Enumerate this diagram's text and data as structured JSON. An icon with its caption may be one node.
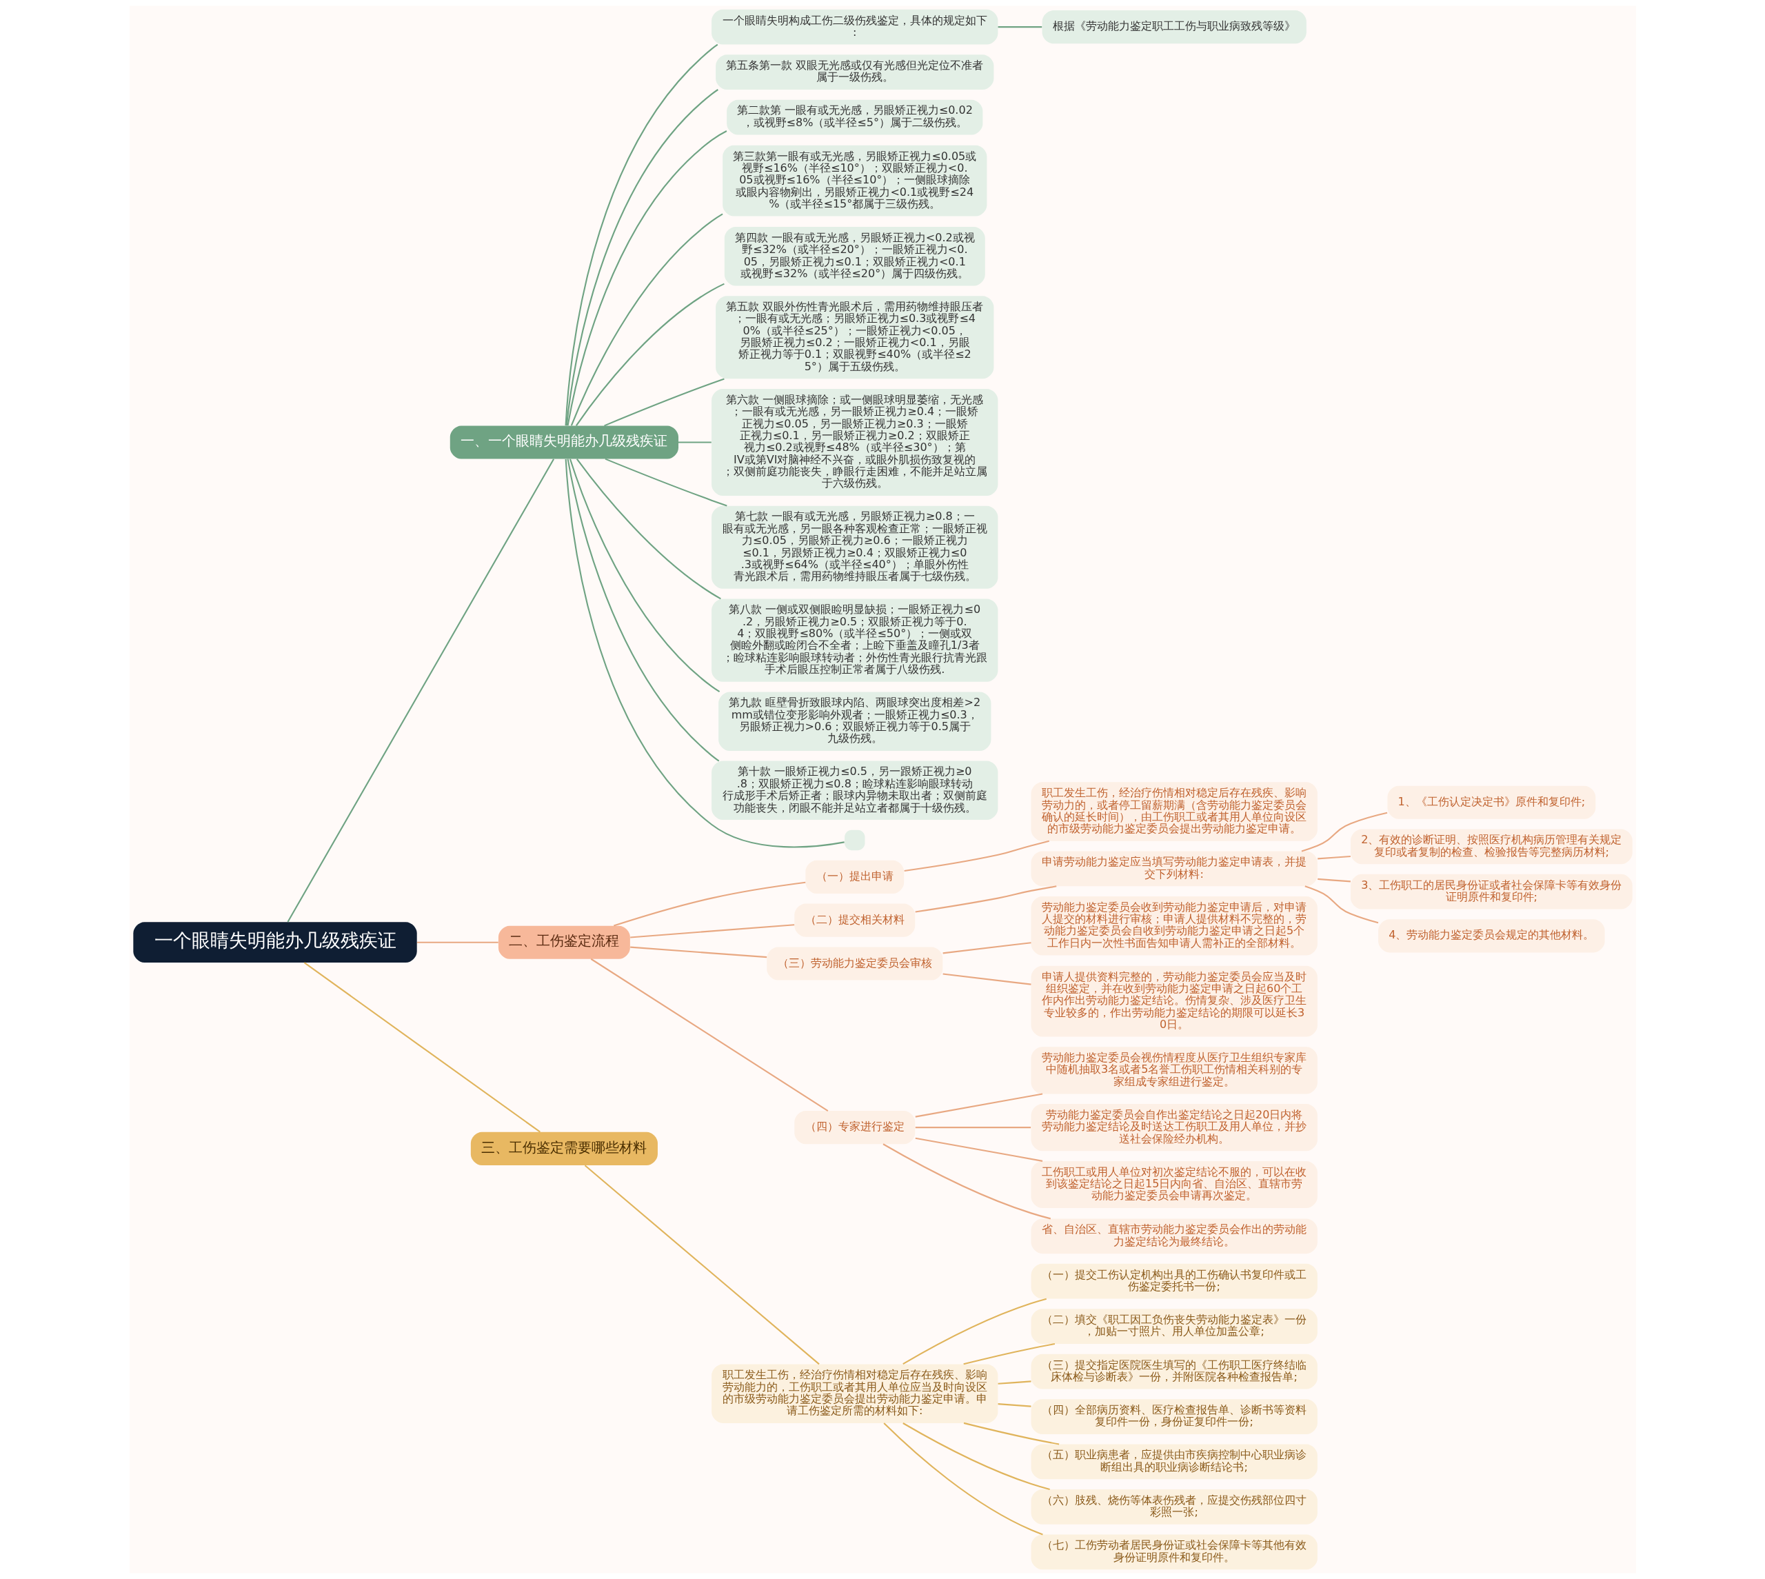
{
  "diagram": {
    "nodes": [
      {
        "text": [
          "一个眼睛失明能办几级残疾证"
        ]
      },
      {
        "text": [
          "一、一个眼睛失明能办几级残疾证"
        ]
      },
      {
        "text": [
          "一个眼睛失明构成工伤二级伤残鉴定，具体的规定如下:"
        ]
      },
      {
        "text": [
          "根据《劳动能力鉴定职工工伤与职业病致残等级》"
        ]
      },
      {
        "text": [
          "第五条第一款 双眼无光感或仅有光感但光定位不准者属于一级伤残。"
        ]
      },
      {
        "text": [
          "第二款第 一眼有或无光感，另眼矫正视力≤0.02，或视野≤8%（或半径≤5°）属于二级伤残。"
        ]
      },
      {
        "text": [
          "第三款第一眼有或无光感，另眼矫正视力≤0.05或视野≤16%（半径≤10°）；双眼矫正视力<0.05或视野≤16%（半径≤10°）；一侧眼球摘除或眼内容物剜出，另眼矫正视力<0.1或视野≤24%（或半径≤15°都属于三级伤残。"
        ]
      },
      {
        "text": [
          "第四款 一眼有或无光感，另眼矫正视力<0.2或视野≤32%（或半径≤20°）；一眼矫正视力<0.05，另眼矫正视力≤0.1；双眼矫正视力<0.1或视野≤32%（或半径≤20°）属于四级伤残。"
        ]
      },
      {
        "text": [
          "第五款 双眼外伤性青光眼术后，需用药物维持眼压者；一眼有或无光感；另眼矫正视力≤0.3或视野≤40%（或半径≤25°）；一眼矫正视力<0.05，另眼矫正视力≤0.2；一眼矫正视力<0.1，另眼矫正视力等于0.1；双眼视野≤40%（或半径≤25°）属于五级伤残。"
        ]
      },
      {
        "text": [
          "第六款 一侧眼球摘除；或一侧眼球明显萎缩，无光感；一眼有或无光感，另一眼矫正视力≥0.4；一眼矫正视力≤0.05，另一眼矫正视力≥0.3；一眼矫正视力≤0.1，另一眼矫正视力≥0.2；双眼矫正视力≤0.2或视野≤48%（或半径≤30°）；第IV或第VI对脑神经不兴奋，或眼外肌损伤致复视的；双侧前庭功能丧失，睁眼行走困难，不能并足站立属于六级伤残。"
        ]
      },
      {
        "text": [
          "第七款 一眼有或无光感，另眼矫正视力≥0.8；一眼有或无光感，另一眼各种客观检查正常；一眼矫正视力≤0.05，另眼矫正视力≥0.6；一眼矫正视力≤0.1，另跟矫正视力≥0.4；双眼矫正视力≤0.3或视野≤64%（或半径≤40°）；单眼外伤性青光跟术后，需用药物维持眼压者属于七级伤残。"
        ]
      },
      {
        "text": [
          "第八款 一侧或双侧眼睑明显缺损；一眼矫正视力≤0.2，另眼矫正视力≥0.5；双眼矫正视力等于0.4；双眼视野≤80%（或半径≤50°）；一侧或双侧睑外翻或睑闭合不全者；上睑下垂盖及瞳孔1/3者；睑球粘连影响眼球转动者；外伤性青光眼行抗青光跟手术后眼压控制正常者属于八级伤残."
        ]
      },
      {
        "text": [
          "第九款 眶壁骨折致眼球内陷、两眼球突出度相差>2mm或错位变形影响外观者；一眼矫正视力≤0.3，另眼矫正视力>0.6；双眼矫正视力等于0.5属于九级伤残。"
        ]
      },
      {
        "text": [
          "第十款 一眼矫正视力≤0.5，另一跟矫正视力≥0.8；双眼矫正视力≤0.8；睑球粘连影响眼球转动行成形手术后矫正者；眼球内异物未取出者；双侧前庭功能丧失，闭眼不能并足站立者都属于十级伤残。"
        ]
      },
      {
        "text": [],
        "shape": "box"
      },
      {
        "text": [
          "二、工伤鉴定流程"
        ]
      },
      {
        "text": [
          "（一）提出申请"
        ]
      },
      {
        "text": [
          "职工发生工伤，经治疗伤情相对稳定后存在残疾、影响劳动力的，或者停工留薪期满（含劳动能力鉴定委员会确认的延长时间），由工伤职工或者其用人单位向设区的市级劳动能力鉴定委员会提出劳动能力鉴定申请。"
        ]
      },
      {
        "text": [
          "（二）提交相关材料"
        ]
      },
      {
        "text": [
          "申请劳动能力鉴定应当填写劳动能力鉴定申请表，并提交下列材料:"
        ]
      },
      {
        "text": [
          "1、《工伤认定决定书》原件和复印件;"
        ]
      },
      {
        "text": [
          "2、有效的诊断证明、按照医疗机构病历管理有关规定复印或者复制的检查、检验报告等完整病历材料;"
        ]
      },
      {
        "text": [
          "3、工伤职工的居民身份证或者社会保障卡等有效身份证明原件和复印件;"
        ]
      },
      {
        "text": [
          "4、劳动能力鉴定委员会规定的其他材料。"
        ]
      },
      {
        "text": [
          "（三）劳动能力鉴定委员会审核"
        ]
      },
      {
        "text": [
          "劳动能力鉴定委员会收到劳动能力鉴定申请后，对申请人提交的材料进行审核；申请人提供材料不完整的，劳动能力鉴定委员会自收到劳动能力鉴定申请之日起5个工作日内一次性书面告知申请人需补正的全部材料。"
        ]
      },
      {
        "text": [
          "申请人提供资料完整的，劳动能力鉴定委员会应当及时组织鉴定，并在收到劳动能力鉴定申请之日起60个工作内作出劳动能力鉴定结论。伤情复杂、涉及医疗卫生专业较多的，作出劳动能力鉴定结论的期限可以延长30日。"
        ]
      },
      {
        "text": [
          "（四）专家进行鉴定"
        ]
      },
      {
        "text": [
          "劳动能力鉴定委员会视伤情程度从医疗卫生组织专家库中随机抽取3名或者5名誉工伤职工伤情相关科别的专家组成专家组进行鉴定。"
        ]
      },
      {
        "text": [
          "劳动能力鉴定委员会自作出鉴定结论之日起20日内将劳动能力鉴定结论及时送达工伤职工及用人单位，并抄送社会保险经办机构。"
        ]
      },
      {
        "text": [
          "工伤职工或用人单位对初次鉴定结论不服的，可以在收到该鉴定结论之日起15日内向省、自治区、直辖市劳动能力鉴定委员会申请再次鉴定。"
        ]
      },
      {
        "text": [
          "省、自治区、直辖市劳动能力鉴定委员会作出的劳动能力鉴定结论为最终结论。"
        ]
      },
      {
        "text": [
          "三、工伤鉴定需要哪些材料"
        ]
      },
      {
        "text": [
          "职工发生工伤，经治疗伤情相对稳定后存在残疾、影响劳动能力的，工伤职工或者其用人单位应当及时向设区的市级劳动能力鉴定委员会提出劳动能力鉴定申请。申请工伤鉴定所需的材料如下:"
        ]
      },
      {
        "text": [
          "（一）提交工伤认定机构出具的工伤确认书复印件或工伤鉴定委托书一份;"
        ]
      },
      {
        "text": [
          "（二）填交《职工因工负伤丧失劳动能力鉴定表》一份，加贴一寸照片、用人单位加盖公章;"
        ]
      },
      {
        "text": [
          "（三）提交指定医院医生填写的《工伤职工医疗终结临床体检与诊断表》一份，并附医院各种检查报告单;"
        ]
      },
      {
        "text": [
          "（四）全部病历资料、医疗检查报告单、诊断书等资料复印件一份，身份证复印件一份;"
        ]
      },
      {
        "text": [
          "（五）职业病患者，应提供由市疾病控制中心职业病诊断组出具的职业病诊断结论书;"
        ]
      },
      {
        "text": [
          "（六）肢残、烧伤等体表伤残者，应提交伤残部位四寸彩照一张;"
        ]
      },
      {
        "text": [
          "（七）工伤劳动者居民身份证或社会保障卡等其他有效身份证明原件和复印件。"
        ]
      }
    ],
    "edges": [
      {
        "from": 0,
        "to": 1,
        "arrow": "none",
        "color": "#6fa383"
      },
      {
        "from": 1,
        "to": 2,
        "arrow": "none",
        "color": "#6fa383"
      },
      {
        "from": 2,
        "to": 3,
        "arrow": "none",
        "color": "#6fa383"
      },
      {
        "from": 1,
        "to": 4,
        "arrow": "none",
        "color": "#6fa383"
      },
      {
        "from": 1,
        "to": 5,
        "arrow": "none",
        "color": "#6fa383"
      },
      {
        "from": 1,
        "to": 6,
        "arrow": "none",
        "color": "#6fa383"
      },
      {
        "from": 1,
        "to": 7,
        "arrow": "none",
        "color": "#6fa383"
      },
      {
        "from": 1,
        "to": 8,
        "arrow": "none",
        "color": "#6fa383"
      },
      {
        "from": 1,
        "to": 9,
        "arrow": "none",
        "color": "#6fa383"
      },
      {
        "from": 1,
        "to": 10,
        "arrow": "none",
        "color": "#6fa383"
      },
      {
        "from": 1,
        "to": 11,
        "arrow": "none",
        "color": "#6fa383"
      },
      {
        "from": 1,
        "to": 12,
        "arrow": "none",
        "color": "#6fa383"
      },
      {
        "from": 1,
        "to": 13,
        "arrow": "none",
        "color": "#6fa383"
      },
      {
        "from": 1,
        "to": 14,
        "arrow": "none",
        "color": "#6fa383"
      },
      {
        "from": 0,
        "to": 15,
        "arrow": "none"
      },
      {
        "from": 15,
        "to": 16,
        "arrow": "none"
      },
      {
        "from": 16,
        "to": 17,
        "arrow": "none"
      },
      {
        "from": 15,
        "to": 18,
        "arrow": "none"
      },
      {
        "from": 18,
        "to": 19,
        "arrow": "none"
      },
      {
        "from": 19,
        "to": 20,
        "arrow": "none"
      },
      {
        "from": 19,
        "to": 21,
        "arrow": "none"
      },
      {
        "from": 19,
        "to": 22,
        "arrow": "none"
      },
      {
        "from": 19,
        "to": 23,
        "arrow": "none"
      },
      {
        "from": 15,
        "to": 24,
        "arrow": "none"
      },
      {
        "from": 24,
        "to": 25,
        "arrow": "none"
      },
      {
        "from": 24,
        "to": 26,
        "arrow": "none"
      },
      {
        "from": 15,
        "to": 27,
        "arrow": "none"
      },
      {
        "from": 27,
        "to": 28,
        "arrow": "none"
      },
      {
        "from": 27,
        "to": 29,
        "arrow": "none"
      },
      {
        "from": 27,
        "to": 30,
        "arrow": "none"
      },
      {
        "from": 27,
        "to": 31,
        "arrow": "none"
      },
      {
        "from": 0,
        "to": 32,
        "arrow": "none",
        "color": "#e0b45c"
      },
      {
        "from": 32,
        "to": 33,
        "arrow": "none",
        "color": "#e0b45c"
      },
      {
        "from": 33,
        "to": 34,
        "arrow": "none",
        "color": "#e0b45c"
      },
      {
        "from": 33,
        "to": 35,
        "arrow": "none",
        "color": "#e0b45c"
      },
      {
        "from": 33,
        "to": 36,
        "arrow": "none",
        "color": "#e0b45c"
      },
      {
        "from": 33,
        "to": 37,
        "arrow": "none",
        "color": "#e0b45c"
      },
      {
        "from": 33,
        "to": 38,
        "arrow": "none",
        "color": "#e0b45c"
      },
      {
        "from": 33,
        "to": 39,
        "arrow": "none",
        "color": "#e0b45c"
      },
      {
        "from": 33,
        "to": 40,
        "arrow": "none",
        "color": "#e0b45c"
      }
    ]
  }
}
